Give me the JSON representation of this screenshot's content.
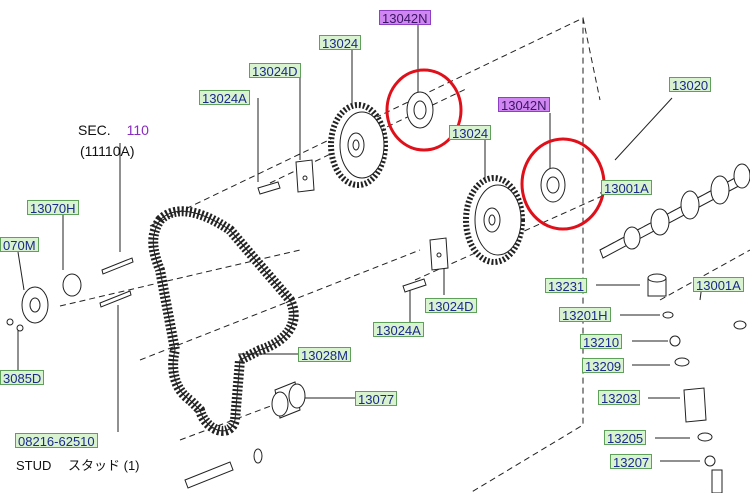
{
  "colors": {
    "label_bg": "#d9f2cf",
    "label_border": "#5fa05a",
    "label_text": "#1a2b8c",
    "highlight_bg": "#cf86f0",
    "circle": "#e0101a",
    "line": "#222222"
  },
  "labels": {
    "l_13042n_top": "13042N",
    "l_13024_top": "13024",
    "l_13024d_top": "13024D",
    "l_13024a_top": "13024A",
    "l_13042n_mid": "13042N",
    "l_13024_mid": "13024",
    "l_13020": "13020",
    "l_13001a_mid": "13001A",
    "l_13001a_right": "13001A",
    "l_13070h": "13070H",
    "l_13070m": "070M",
    "l_13085d": "3085D",
    "l_13231": "13231",
    "l_13201h": "13201H",
    "l_13210": "13210",
    "l_13209": "13209",
    "l_13203": "13203",
    "l_13205": "13205",
    "l_13207": "13207",
    "l_13024d_low": "13024D",
    "l_13024a_low": "13024A",
    "l_13028m": "13028M",
    "l_13077": "13077",
    "l_08216": "08216-62510"
  },
  "text": {
    "sec_prefix": "SEC.",
    "sec_num": "110",
    "sec_sub": "(11110A)",
    "stud_note": "STUD　 スタッド (1)"
  }
}
